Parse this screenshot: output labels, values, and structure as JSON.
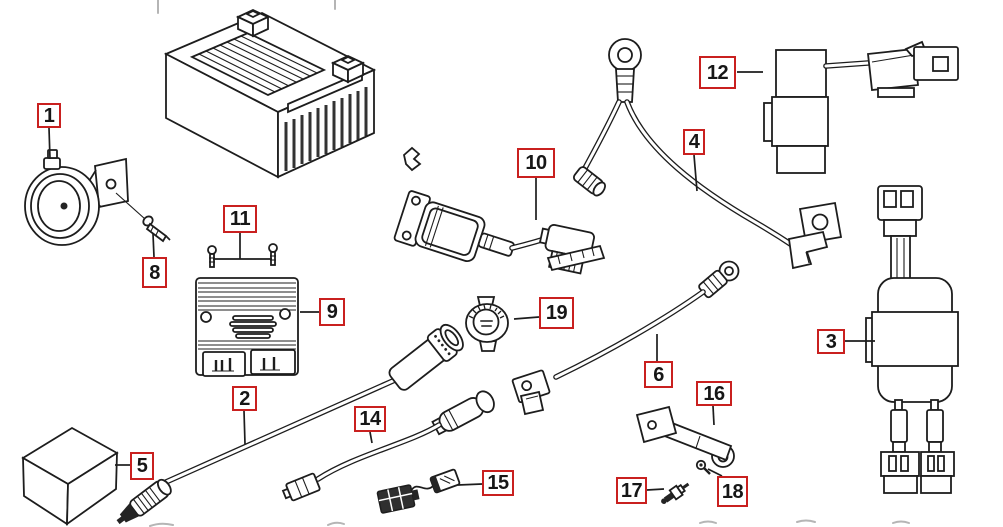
{
  "diagram": {
    "description": "exploded-parts-diagram-electrical-components",
    "colors": {
      "background": "#ffffff",
      "line": "#1d1d1d",
      "callout_border": "#c9201f",
      "callout_text": "#161616"
    },
    "callouts": [
      {
        "number": "1",
        "part": "horn"
      },
      {
        "number": "2",
        "part": "main-wire-harness"
      },
      {
        "number": "3",
        "part": "relay-unit"
      },
      {
        "number": "4",
        "part": "ground-cable"
      },
      {
        "number": "5",
        "part": "parts-box"
      },
      {
        "number": "6",
        "part": "battery-cable"
      },
      {
        "number": "8",
        "part": "screw"
      },
      {
        "number": "9",
        "part": "regulator-rectifier"
      },
      {
        "number": "10",
        "part": "ignition-coil"
      },
      {
        "number": "11",
        "part": "mounting-bolts"
      },
      {
        "number": "12",
        "part": "relay-assembly"
      },
      {
        "number": "14",
        "part": "lead-wire"
      },
      {
        "number": "15",
        "part": "connector-set"
      },
      {
        "number": "16",
        "part": "bracket"
      },
      {
        "number": "17",
        "part": "spark-plug"
      },
      {
        "number": "18",
        "part": "flange-bolt"
      },
      {
        "number": "19",
        "part": "cap"
      }
    ]
  }
}
